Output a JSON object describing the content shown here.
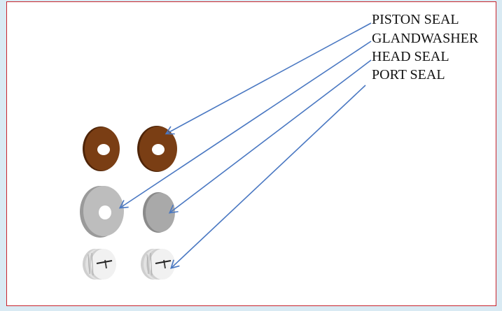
{
  "labels": [
    {
      "id": "piston-seal",
      "text": "PISTON SEAL"
    },
    {
      "id": "glandwasher",
      "text": "GLANDWASHER"
    },
    {
      "id": "head-seal",
      "text": "HEAD SEAL"
    },
    {
      "id": "port-seal",
      "text": "PORT SEAL"
    }
  ],
  "colors": {
    "arrow": "#4a78c2",
    "border": "#c8242c",
    "piston_seal_face": "#7a3e14",
    "piston_seal_edge": "#4e2408",
    "glandwasher_face": "#bdbdbd",
    "head_seal_face": "#a9a9a9",
    "port_seal_face": "#ededed"
  }
}
